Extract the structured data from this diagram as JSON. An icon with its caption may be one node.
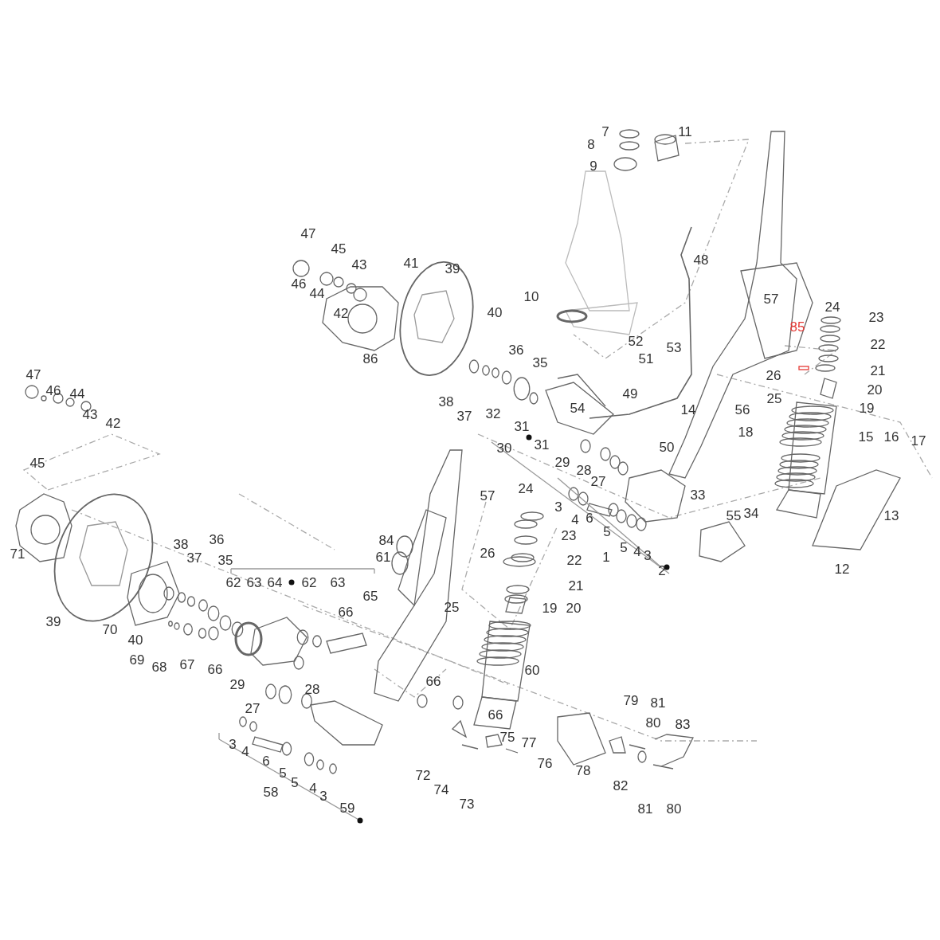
{
  "diagram": {
    "labels": [
      "7",
      "11",
      "8",
      "9",
      "47",
      "41",
      "45",
      "48",
      "43",
      "39",
      "46",
      "44",
      "10",
      "57",
      "24",
      "42",
      "40",
      "23",
      "85",
      "52",
      "53",
      "22",
      "86",
      "36",
      "51",
      "35",
      "47",
      "26",
      "21",
      "46",
      "44",
      "49",
      "20",
      "38",
      "25",
      "43",
      "37",
      "32",
      "54",
      "14",
      "56",
      "19",
      "42",
      "31",
      "30",
      "31",
      "50",
      "18",
      "15",
      "16",
      "17",
      "45",
      "29",
      "28",
      "27",
      "33",
      "34",
      "24",
      "57",
      "55",
      "3",
      "23",
      "84",
      "4",
      "6",
      "5",
      "61",
      "38",
      "36",
      "37",
      "35",
      "71",
      "13",
      "22",
      "1",
      "5",
      "4",
      "3",
      "2",
      "12",
      "26",
      "62",
      "63",
      "64",
      "62",
      "63",
      "21",
      "65",
      "25",
      "19",
      "20",
      "39",
      "70",
      "66",
      "40",
      "69",
      "68",
      "67",
      "66",
      "60",
      "29",
      "28",
      "27",
      "66",
      "66",
      "79",
      "81",
      "80",
      "83",
      "3",
      "4",
      "75",
      "77",
      "6",
      "76",
      "5",
      "78",
      "5",
      "72",
      "58",
      "4",
      "3",
      "74",
      "82",
      "59",
      "73",
      "81",
      "80"
    ]
  }
}
